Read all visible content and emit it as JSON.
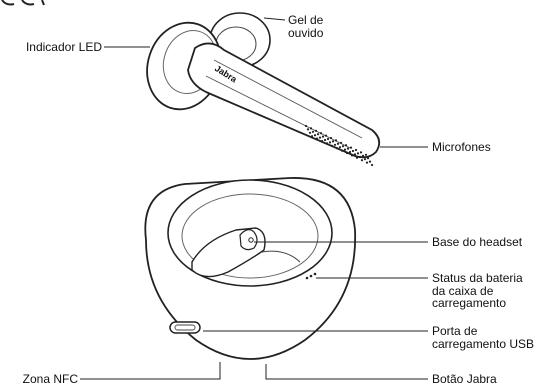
{
  "labels": {
    "gel": "Gel de\nouvido",
    "led": "Indicador LED",
    "mics": "Microfones",
    "base": "Base do headset",
    "battery": "Status da bateria\nda caixa de\ncarregamento",
    "usb": "Porta de\ncarregamento USB",
    "nfc": "Zona NFC",
    "jabra_button": "Botão Jabra"
  },
  "brand": "Jabra"
}
